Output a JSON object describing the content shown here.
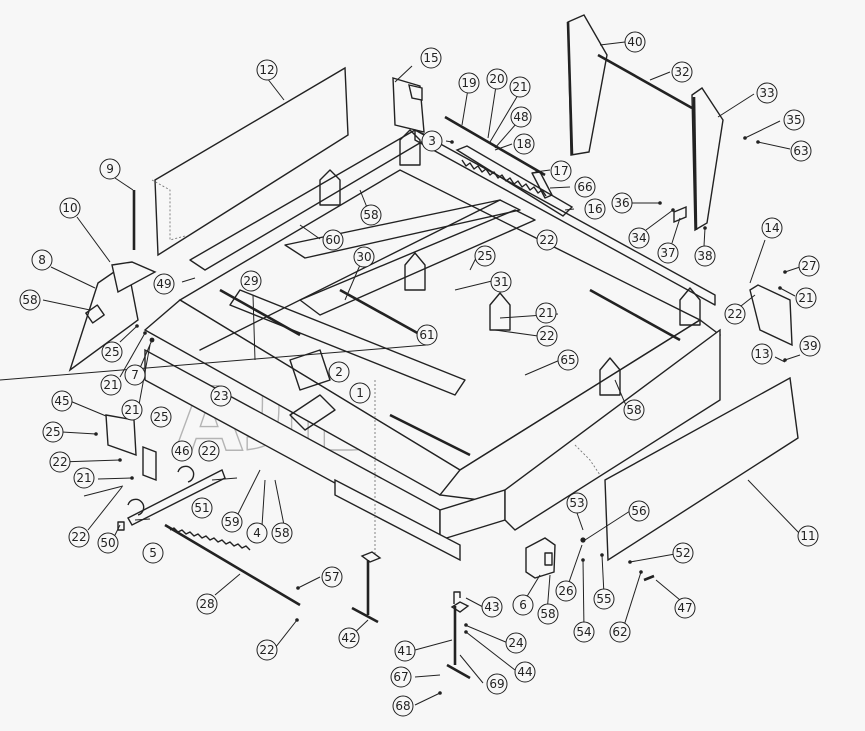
{
  "figure": {
    "type": "exploded-parts-assembly",
    "watermark": [
      "АВТО",
      "АЛЬЯНС"
    ]
  },
  "callouts": [
    {
      "id": "c12",
      "label": "12"
    },
    {
      "id": "c15",
      "label": "15"
    },
    {
      "id": "c19",
      "label": "19"
    },
    {
      "id": "c20",
      "label": "20"
    },
    {
      "id": "c21a",
      "label": "21"
    },
    {
      "id": "c48",
      "label": "48"
    },
    {
      "id": "c3",
      "label": "3"
    },
    {
      "id": "c18",
      "label": "18"
    },
    {
      "id": "c17",
      "label": "17"
    },
    {
      "id": "c66",
      "label": "66"
    },
    {
      "id": "c16",
      "label": "16"
    },
    {
      "id": "c40",
      "label": "40"
    },
    {
      "id": "c32",
      "label": "32"
    },
    {
      "id": "c33",
      "label": "33"
    },
    {
      "id": "c35",
      "label": "35"
    },
    {
      "id": "c63",
      "label": "63"
    },
    {
      "id": "c36",
      "label": "36"
    },
    {
      "id": "c34",
      "label": "34"
    },
    {
      "id": "c37",
      "label": "37"
    },
    {
      "id": "c38",
      "label": "38"
    },
    {
      "id": "c14",
      "label": "14"
    },
    {
      "id": "c27",
      "label": "27"
    },
    {
      "id": "c21b",
      "label": "21"
    },
    {
      "id": "c22a",
      "label": "22"
    },
    {
      "id": "c13",
      "label": "13"
    },
    {
      "id": "c39",
      "label": "39"
    },
    {
      "id": "c9",
      "label": "9"
    },
    {
      "id": "c10",
      "label": "10"
    },
    {
      "id": "c8",
      "label": "8"
    },
    {
      "id": "c58a",
      "label": "58"
    },
    {
      "id": "c25a",
      "label": "25"
    },
    {
      "id": "c21c",
      "label": "21"
    },
    {
      "id": "c7",
      "label": "7"
    },
    {
      "id": "c49",
      "label": "49"
    },
    {
      "id": "c29",
      "label": "29"
    },
    {
      "id": "c60",
      "label": "60"
    },
    {
      "id": "c58b",
      "label": "58"
    },
    {
      "id": "c30",
      "label": "30"
    },
    {
      "id": "c25b",
      "label": "25"
    },
    {
      "id": "c31",
      "label": "31"
    },
    {
      "id": "c22b",
      "label": "22"
    },
    {
      "id": "c21d",
      "label": "21"
    },
    {
      "id": "c22c",
      "label": "22"
    },
    {
      "id": "c61",
      "label": "61"
    },
    {
      "id": "c65",
      "label": "65"
    },
    {
      "id": "c2",
      "label": "2"
    },
    {
      "id": "c1",
      "label": "1"
    },
    {
      "id": "c23",
      "label": "23"
    },
    {
      "id": "c58c",
      "label": "58"
    },
    {
      "id": "c21e",
      "label": "21"
    },
    {
      "id": "c45",
      "label": "45"
    },
    {
      "id": "c25c",
      "label": "25"
    },
    {
      "id": "c25d",
      "label": "25"
    },
    {
      "id": "c46",
      "label": "46"
    },
    {
      "id": "c22d",
      "label": "22"
    },
    {
      "id": "c22e",
      "label": "22"
    },
    {
      "id": "c21f",
      "label": "21"
    },
    {
      "id": "c22f",
      "label": "22"
    },
    {
      "id": "c50",
      "label": "50"
    },
    {
      "id": "c5",
      "label": "5"
    },
    {
      "id": "c51",
      "label": "51"
    },
    {
      "id": "c59",
      "label": "59"
    },
    {
      "id": "c4",
      "label": "4"
    },
    {
      "id": "c58d",
      "label": "58"
    },
    {
      "id": "c28",
      "label": "28"
    },
    {
      "id": "c57",
      "label": "57"
    },
    {
      "id": "c22g",
      "label": "22"
    },
    {
      "id": "c42",
      "label": "42"
    },
    {
      "id": "c43",
      "label": "43"
    },
    {
      "id": "c24",
      "label": "24"
    },
    {
      "id": "c41",
      "label": "41"
    },
    {
      "id": "c44",
      "label": "44"
    },
    {
      "id": "c67",
      "label": "67"
    },
    {
      "id": "c69",
      "label": "69"
    },
    {
      "id": "c68",
      "label": "68"
    },
    {
      "id": "c6",
      "label": "6"
    },
    {
      "id": "c58e",
      "label": "58"
    },
    {
      "id": "c53",
      "label": "53"
    },
    {
      "id": "c56",
      "label": "56"
    },
    {
      "id": "c26",
      "label": "26"
    },
    {
      "id": "c55",
      "label": "55"
    },
    {
      "id": "c54",
      "label": "54"
    },
    {
      "id": "c52",
      "label": "52"
    },
    {
      "id": "c47",
      "label": "47"
    },
    {
      "id": "c62",
      "label": "62"
    },
    {
      "id": "c11",
      "label": "11"
    }
  ]
}
